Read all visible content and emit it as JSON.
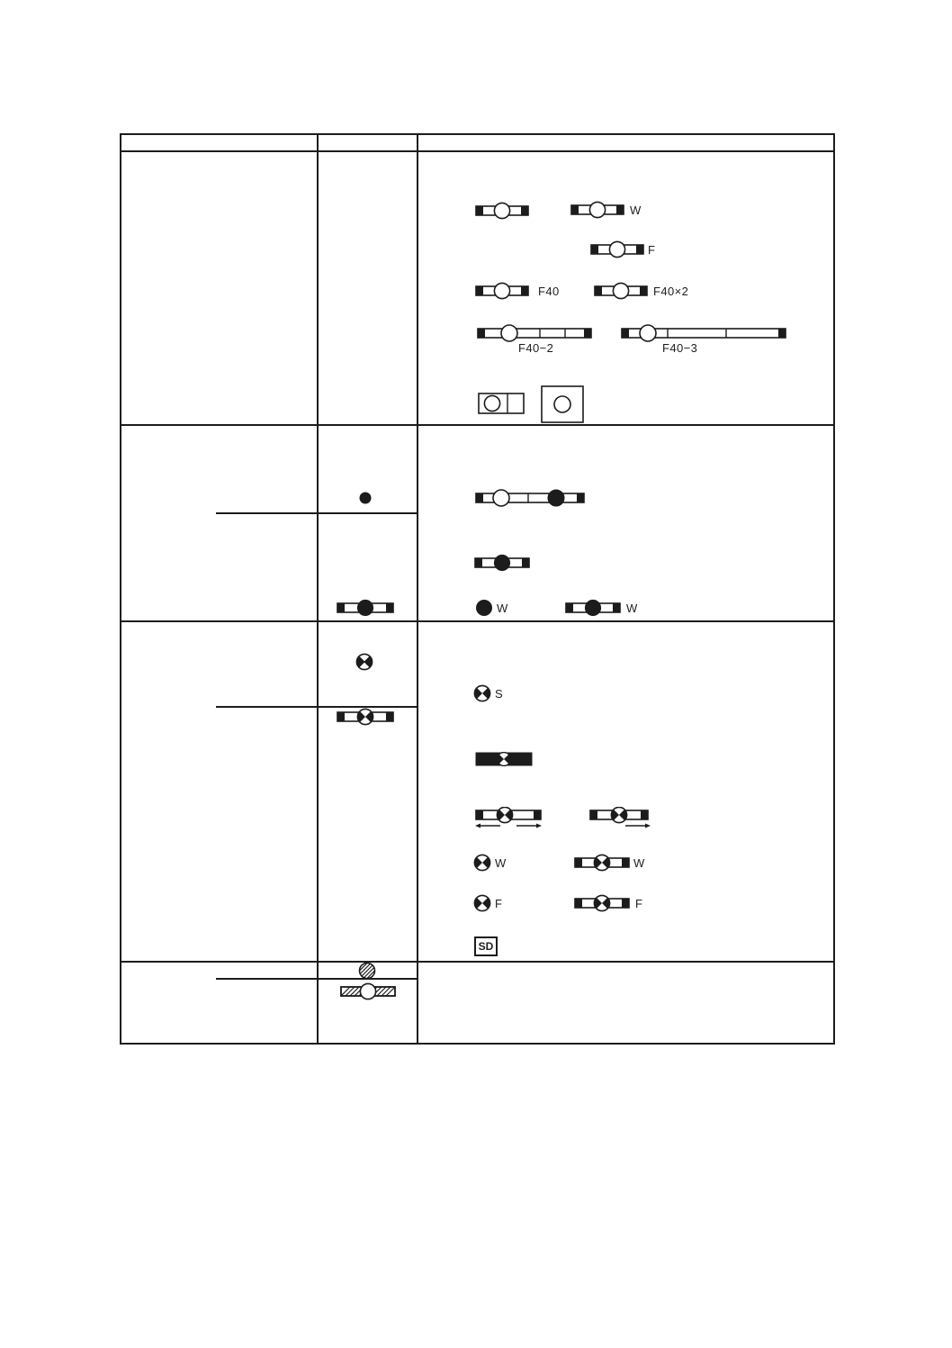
{
  "page": {
    "background": "#ffffff",
    "ink": "#1c1c1c"
  },
  "row1": {
    "label_w": "W",
    "label_f": "F",
    "label_f40": "F40",
    "label_f40x2": "F40×2",
    "label_f40_2": "F40−2",
    "label_f40_3": "F40−3"
  },
  "row2": {
    "label_w_a": "W",
    "label_w_b": "W"
  },
  "row3": {
    "label_s": "S",
    "label_w_a": "W",
    "label_w_b": "W",
    "label_f_a": "F",
    "label_f_b": "F",
    "label_sd": "SD"
  },
  "icons": {
    "fluorescent_bar": "bar-with-open-circle-and-solid-end-caps",
    "filled_circle_lamp": "black-dot",
    "cross_circle_lamp": "circle-with-x-filled-side-quadrants",
    "hatched_circle_lamp": "diagonal-hatched-circle",
    "direction_arrows": "small-left-right-arrows",
    "sd_box": "boxed-label"
  }
}
